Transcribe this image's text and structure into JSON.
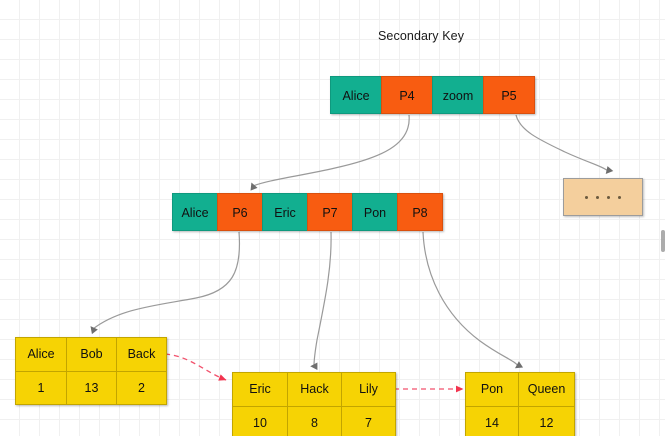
{
  "diagram": {
    "title": "Secondary Key",
    "colors": {
      "key_cell": "#12af90",
      "pointer_cell": "#f85c11",
      "leaf": "#f6d304",
      "leaf_border": "#c2a500",
      "placeholder": "#f4cf9d",
      "solid_edge": "#8c8c8c",
      "dashed_edge": "#f2516c",
      "grid_minor": "#f0f0f0",
      "grid_major": "#e2e2e2"
    },
    "root_node": {
      "name": "root-index-node",
      "cells": [
        {
          "label": "Alice",
          "type": "key"
        },
        {
          "label": "P4",
          "type": "pointer"
        },
        {
          "label": "zoom",
          "type": "key"
        },
        {
          "label": "P5",
          "type": "pointer"
        }
      ]
    },
    "internal_node": {
      "name": "internal-index-node",
      "cells": [
        {
          "label": "Alice",
          "type": "key"
        },
        {
          "label": "P6",
          "type": "pointer"
        },
        {
          "label": "Eric",
          "type": "key"
        },
        {
          "label": "P7",
          "type": "pointer"
        },
        {
          "label": "Pon",
          "type": "key"
        },
        {
          "label": "P8",
          "type": "pointer"
        }
      ]
    },
    "placeholder_node": {
      "name": "ellipsis-placeholder-node",
      "dot_count": 4
    },
    "leaf_nodes": [
      {
        "name": "leaf-node-1",
        "keys": [
          "Alice",
          "Bob",
          "Back"
        ],
        "values": [
          "1",
          "13",
          "2"
        ]
      },
      {
        "name": "leaf-node-2",
        "keys": [
          "Eric",
          "Hack",
          "Lily"
        ],
        "values": [
          "10",
          "8",
          "7"
        ]
      },
      {
        "name": "leaf-node-3",
        "keys": [
          "Pon",
          "Queen"
        ],
        "values": [
          "14",
          "12"
        ]
      }
    ],
    "edges": [
      {
        "name": "edge-p4-to-internal",
        "style": "solid"
      },
      {
        "name": "edge-p5-to-placeholder",
        "style": "solid"
      },
      {
        "name": "edge-p6-to-leaf-1",
        "style": "solid"
      },
      {
        "name": "edge-p7-to-leaf-2",
        "style": "solid"
      },
      {
        "name": "edge-p8-to-leaf-3",
        "style": "solid"
      },
      {
        "name": "edge-leaf-1-to-leaf-2",
        "style": "dashed"
      },
      {
        "name": "edge-leaf-2-to-leaf-3",
        "style": "dashed"
      }
    ]
  }
}
